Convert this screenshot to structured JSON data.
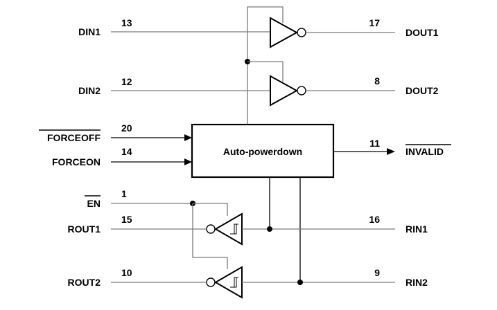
{
  "block": {
    "label": "Auto-powerdown"
  },
  "signals": {
    "din1": {
      "name": "DIN1",
      "pin": "13"
    },
    "din2": {
      "name": "DIN2",
      "pin": "12"
    },
    "dout1": {
      "name": "DOUT1",
      "pin": "17"
    },
    "dout2": {
      "name": "DOUT2",
      "pin": "8"
    },
    "forceoff": {
      "name": "FORCEOFF",
      "pin": "20",
      "active_low": true
    },
    "forceon": {
      "name": "FORCEON",
      "pin": "14"
    },
    "invalid": {
      "name": "INVALID",
      "pin": "11",
      "active_low": true
    },
    "en": {
      "name": "EN",
      "pin": "1",
      "active_low": true
    },
    "rout1": {
      "name": "ROUT1",
      "pin": "15"
    },
    "rin1": {
      "name": "RIN1",
      "pin": "16"
    },
    "rout2": {
      "name": "ROUT2",
      "pin": "10"
    },
    "rin2": {
      "name": "RIN2",
      "pin": "9"
    }
  }
}
